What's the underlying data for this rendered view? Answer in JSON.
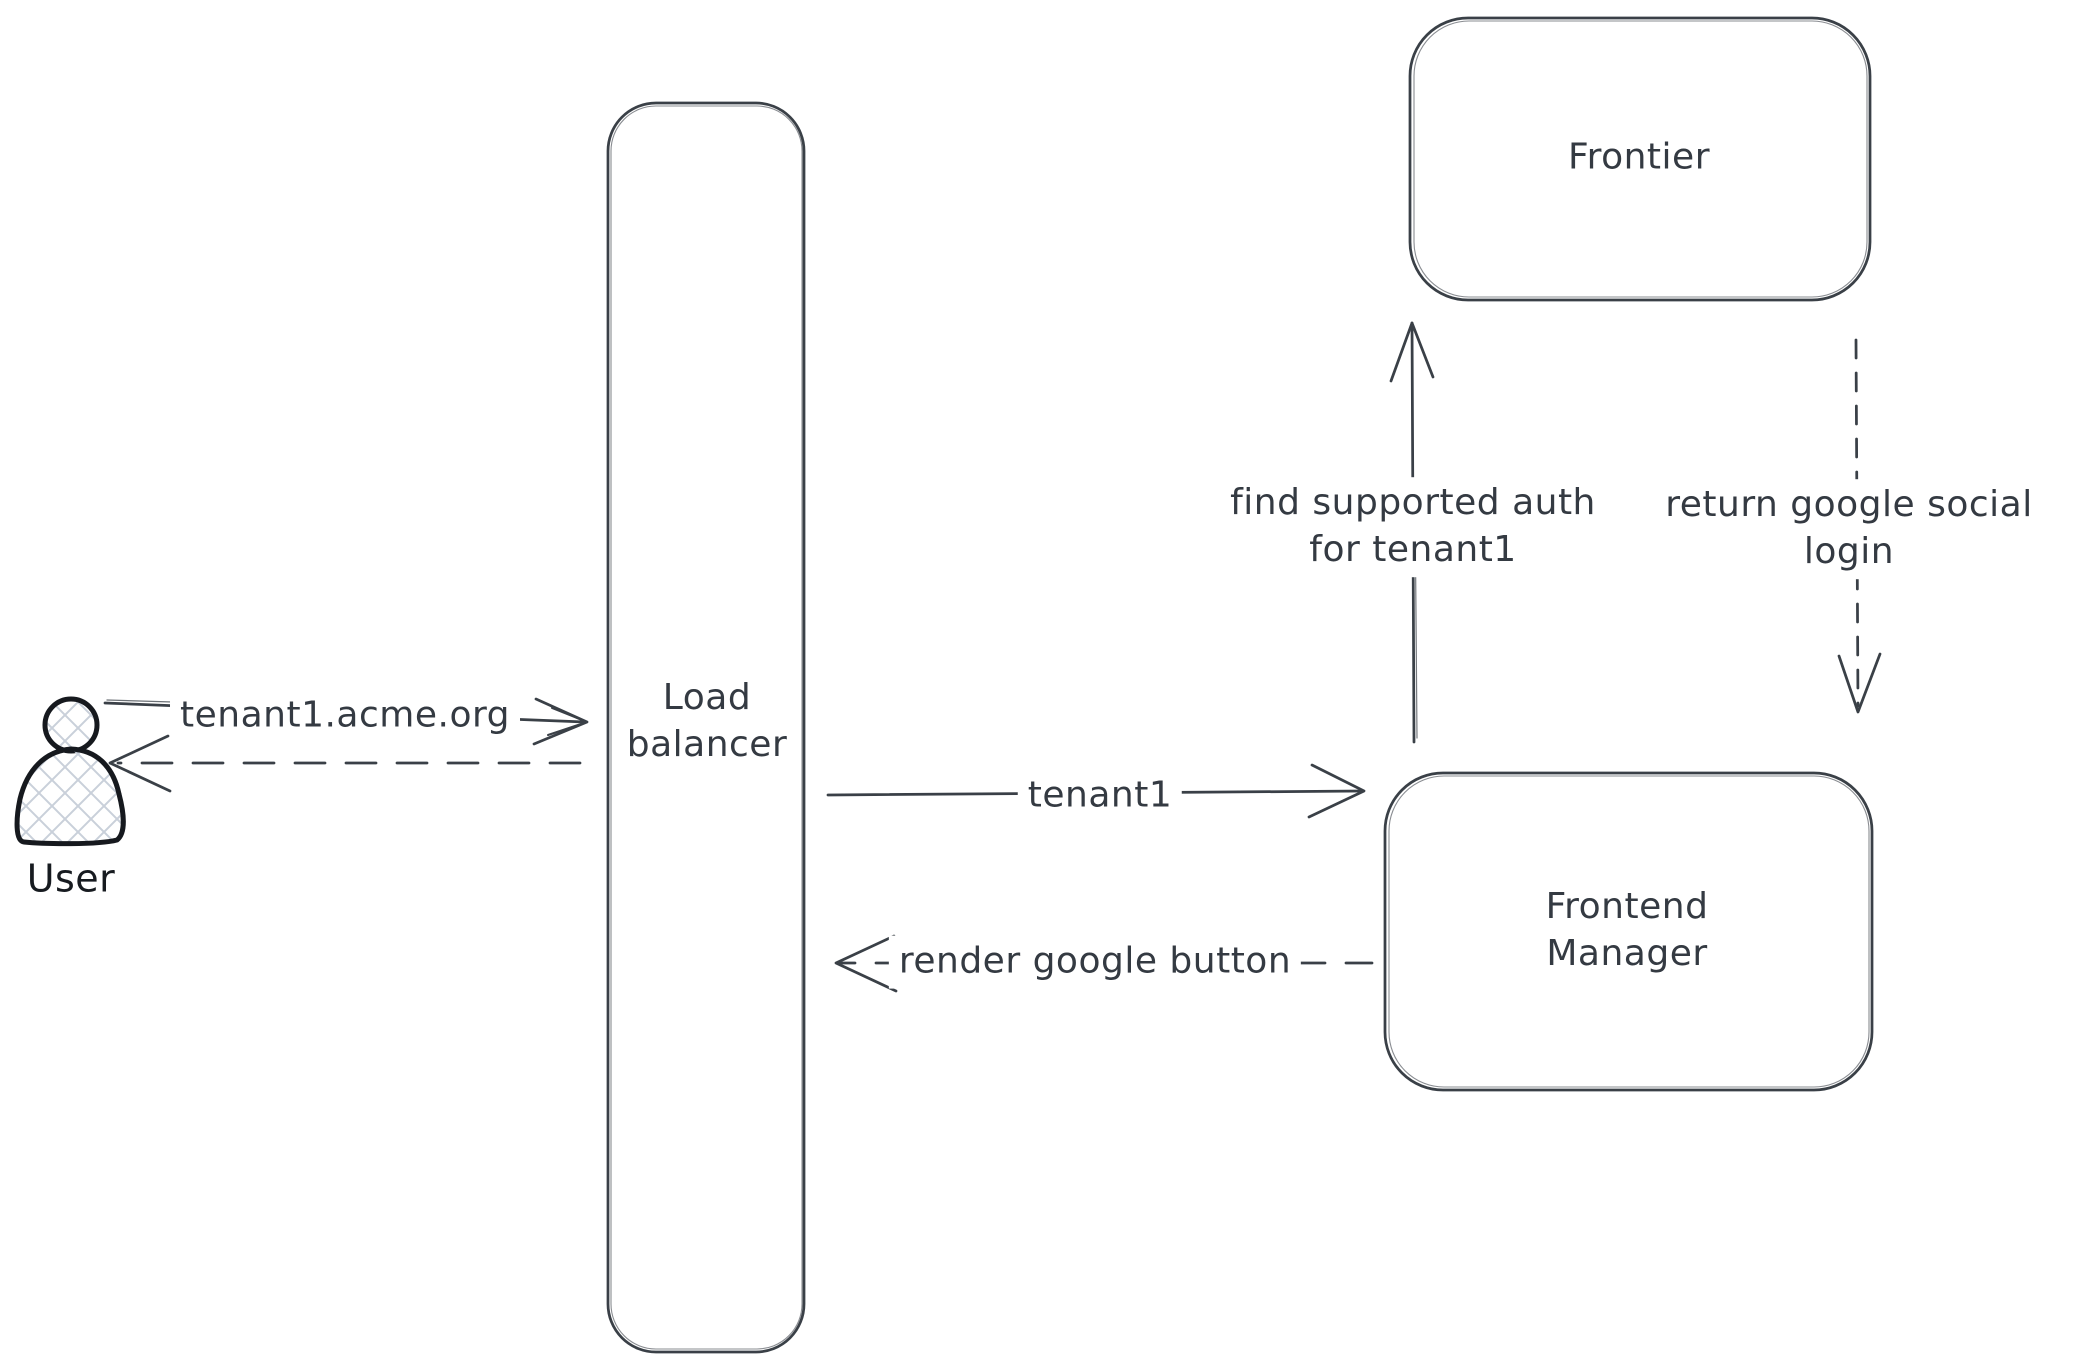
{
  "diagram": {
    "background_color": "#ffffff",
    "stroke_color": "#3a4047",
    "figure_stroke_color": "#16191e",
    "hatch_color": "#c9d0da",
    "text_color": "#343a42",
    "nodes": {
      "user": {
        "label": "User"
      },
      "load_balancer": {
        "label": "Load balancer",
        "line1": "Load",
        "line2": "balancer"
      },
      "frontier": {
        "label": "Frontier"
      },
      "frontend_manager": {
        "label": "Frontend Manager",
        "line1": "Frontend",
        "line2": "Manager"
      }
    },
    "edges": {
      "user_to_load_balancer": {
        "from": "User",
        "to": "Load balancer",
        "style": "solid",
        "label": "tenant1.acme.org"
      },
      "load_balancer_to_user": {
        "from": "Load balancer",
        "to": "User",
        "style": "dashed",
        "label": ""
      },
      "load_balancer_to_frontend_manager": {
        "from": "Load balancer",
        "to": "Frontend Manager",
        "style": "solid",
        "label": "tenant1"
      },
      "frontend_manager_to_load_balancer": {
        "from": "Frontend Manager",
        "to": "Load balancer",
        "style": "dashed",
        "label": "render google button"
      },
      "frontend_manager_to_frontier": {
        "from": "Frontend Manager",
        "to": "Frontier",
        "style": "solid",
        "label": "find supported auth for tenant1",
        "line1": "find supported auth",
        "line2": "for tenant1"
      },
      "frontier_to_frontend_manager": {
        "from": "Frontier",
        "to": "Frontend Manager",
        "style": "dashed",
        "label": "return google social login",
        "line1": "return google social",
        "line2": "login"
      }
    }
  }
}
